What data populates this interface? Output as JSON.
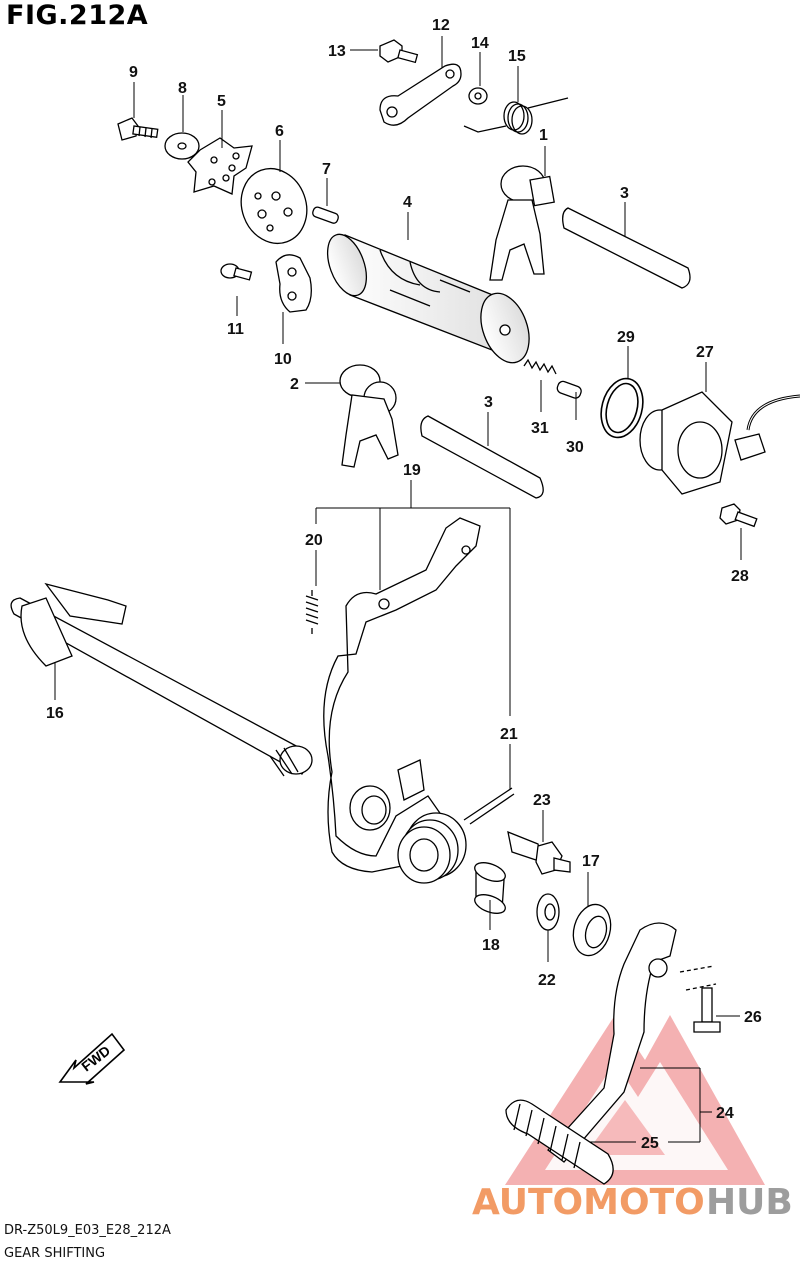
{
  "figure": {
    "title": "FIG.212A",
    "code": "DR-Z50L9_E03_E28_212A",
    "name": "GEAR SHIFTING"
  },
  "fwd_label": "FWD",
  "watermark": {
    "text_part1": "AUTOMOTO",
    "text_part2": "HUB",
    "color_primary": "#f08a4b",
    "color_secondary": "#8c8c8c",
    "logo_color": "#e8575a"
  },
  "parts": [
    {
      "id": "1",
      "label": "1"
    },
    {
      "id": "2",
      "label": "2"
    },
    {
      "id": "3a",
      "label": "3"
    },
    {
      "id": "3b",
      "label": "3"
    },
    {
      "id": "4",
      "label": "4"
    },
    {
      "id": "5",
      "label": "5"
    },
    {
      "id": "6",
      "label": "6"
    },
    {
      "id": "7",
      "label": "7"
    },
    {
      "id": "8",
      "label": "8"
    },
    {
      "id": "9",
      "label": "9"
    },
    {
      "id": "10",
      "label": "10"
    },
    {
      "id": "11",
      "label": "11"
    },
    {
      "id": "12",
      "label": "12"
    },
    {
      "id": "13",
      "label": "13"
    },
    {
      "id": "14",
      "label": "14"
    },
    {
      "id": "15",
      "label": "15"
    },
    {
      "id": "16",
      "label": "16"
    },
    {
      "id": "17",
      "label": "17"
    },
    {
      "id": "18",
      "label": "18"
    },
    {
      "id": "19",
      "label": "19"
    },
    {
      "id": "20",
      "label": "20"
    },
    {
      "id": "21",
      "label": "21"
    },
    {
      "id": "22",
      "label": "22"
    },
    {
      "id": "23",
      "label": "23"
    },
    {
      "id": "24",
      "label": "24"
    },
    {
      "id": "25",
      "label": "25"
    },
    {
      "id": "26",
      "label": "26"
    },
    {
      "id": "27",
      "label": "27"
    },
    {
      "id": "28",
      "label": "28"
    },
    {
      "id": "29",
      "label": "29"
    },
    {
      "id": "30",
      "label": "30"
    },
    {
      "id": "31",
      "label": "31"
    }
  ]
}
